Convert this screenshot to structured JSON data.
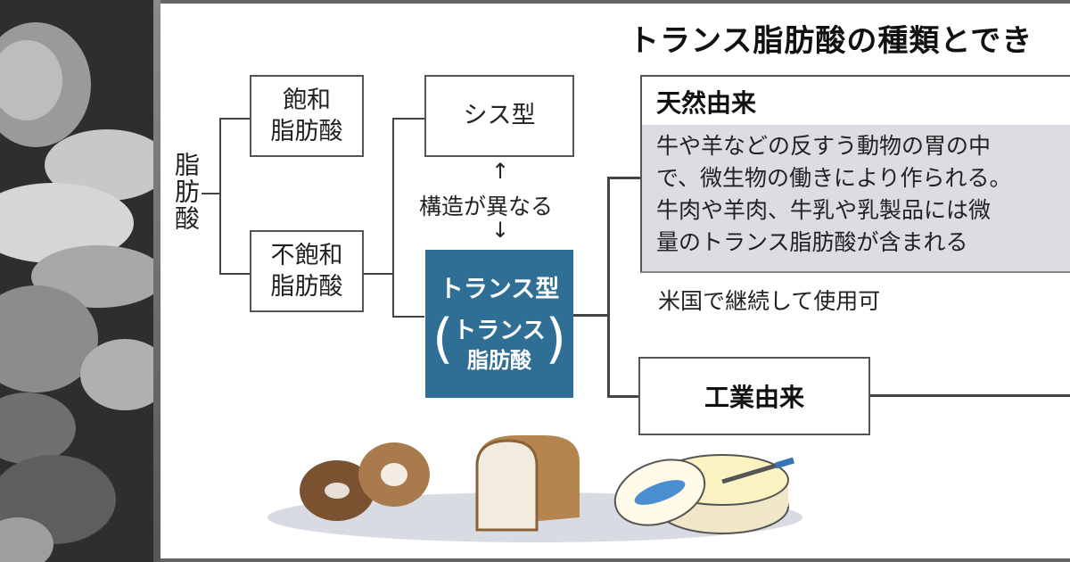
{
  "diagram": {
    "title": "トランス脂肪酸の種類とでき",
    "root_label": "脂肪酸",
    "saturated_label_line1": "飽和",
    "saturated_label_line2": "脂肪酸",
    "unsaturated_label_line1": "不飽和",
    "unsaturated_label_line2": "脂肪酸",
    "cis_label": "シス型",
    "structure_note": "構造が異なる",
    "arrow_up": "↑",
    "arrow_down": "↓",
    "trans_label": "トランス型",
    "trans_sub_line1": "トランス",
    "trans_sub_line2": "脂肪酸",
    "paren_open": "(",
    "paren_close": ")",
    "natural_title": "天然由来",
    "natural_desc_lines": [
      "牛や羊などの反すう動物の胃の中",
      "で、微生物の働きにより作られる。",
      "牛肉や羊肉、牛乳や乳製品には微",
      "量のトランス脂肪酸が含まれる"
    ],
    "natural_usage": "米国で継続して使用可",
    "industrial_title": "工業由来"
  },
  "colors": {
    "trans_box": "#2f6f96",
    "natural_body_bg": "#dcdde3",
    "line": "#444444"
  },
  "illustrations": [
    "photo-of-baked-goods",
    "donuts-icon",
    "bread-loaf-icon",
    "margarine-tub-icon"
  ]
}
